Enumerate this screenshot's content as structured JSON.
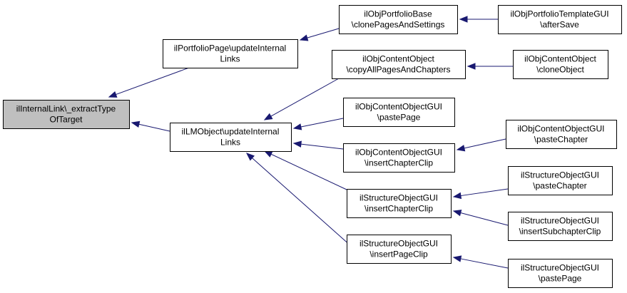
{
  "graph": {
    "nodes": [
      {
        "id": "n0",
        "lines": [
          "ilInternalLink\\_extractType",
          "OfTarget"
        ],
        "highlight": true
      },
      {
        "id": "n1",
        "lines": [
          "ilPortfolioPage\\updateInternal",
          "Links"
        ]
      },
      {
        "id": "n2",
        "lines": [
          "ilObjPortfolioBase",
          "\\clonePagesAndSettings"
        ]
      },
      {
        "id": "n3",
        "lines": [
          "ilObjPortfolioTemplateGUI",
          "\\afterSave"
        ]
      },
      {
        "id": "n4",
        "lines": [
          "ilLMObject\\updateInternal",
          "Links"
        ]
      },
      {
        "id": "n5",
        "lines": [
          "ilObjContentObject",
          "\\copyAllPagesAndChapters"
        ]
      },
      {
        "id": "n6",
        "lines": [
          "ilObjContentObject",
          "\\cloneObject"
        ]
      },
      {
        "id": "n7",
        "lines": [
          "ilObjContentObjectGUI",
          "\\pastePage"
        ]
      },
      {
        "id": "n8",
        "lines": [
          "ilObjContentObjectGUI",
          "\\insertChapterClip"
        ]
      },
      {
        "id": "n9",
        "lines": [
          "ilObjContentObjectGUI",
          "\\pasteChapter"
        ]
      },
      {
        "id": "n10",
        "lines": [
          "ilStructureObjectGUI",
          "\\insertChapterClip"
        ]
      },
      {
        "id": "n11",
        "lines": [
          "ilStructureObjectGUI",
          "\\pasteChapter"
        ]
      },
      {
        "id": "n12",
        "lines": [
          "ilStructureObjectGUI",
          "\\insertSubchapterClip"
        ]
      },
      {
        "id": "n13",
        "lines": [
          "ilStructureObjectGUI",
          "\\insertPageClip"
        ]
      },
      {
        "id": "n14",
        "lines": [
          "ilStructureObjectGUI",
          "\\pastePage"
        ]
      }
    ],
    "edges": [
      {
        "from": "n1",
        "to": "n0"
      },
      {
        "from": "n4",
        "to": "n0"
      },
      {
        "from": "n2",
        "to": "n1"
      },
      {
        "from": "n3",
        "to": "n2"
      },
      {
        "from": "n5",
        "to": "n4"
      },
      {
        "from": "n7",
        "to": "n4"
      },
      {
        "from": "n8",
        "to": "n4"
      },
      {
        "from": "n10",
        "to": "n4"
      },
      {
        "from": "n13",
        "to": "n4"
      },
      {
        "from": "n6",
        "to": "n5"
      },
      {
        "from": "n9",
        "to": "n8"
      },
      {
        "from": "n11",
        "to": "n10"
      },
      {
        "from": "n12",
        "to": "n10"
      },
      {
        "from": "n14",
        "to": "n13"
      }
    ],
    "colors": {
      "edge": "#191970",
      "highlight_fill": "#bfbfbf",
      "node_fill": "#ffffff",
      "node_border": "#000000"
    }
  }
}
